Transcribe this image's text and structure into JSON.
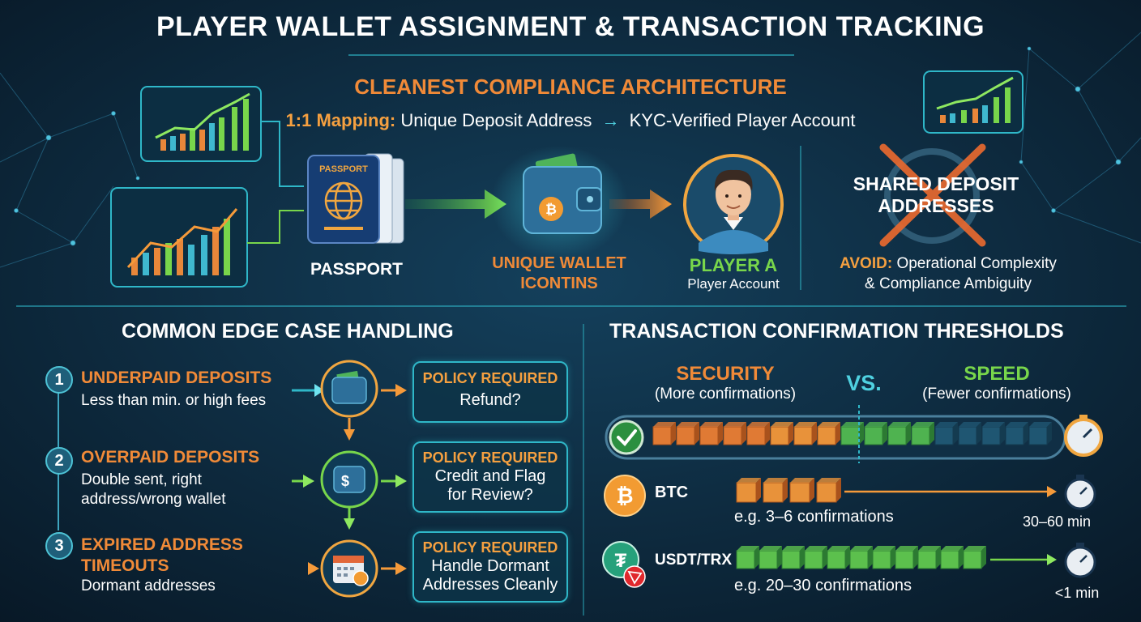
{
  "header": {
    "title": "PLAYER WALLET ASSIGNMENT & TRANSACTION TRACKING",
    "subtitle": "CLEANEST COMPLIANCE ARCHITECTURE",
    "mapping_prefix": "1:1 Mapping:",
    "mapping_from": "Unique Deposit Address",
    "mapping_arrow": "→",
    "mapping_to": "KYC-Verified Player Account"
  },
  "flow": {
    "passport_card_text": "PASSPORT",
    "passport_label": "PASSPORT",
    "wallet_label_line1": "UNIQUE WALLET",
    "wallet_label_line2": "ICONTINS",
    "player_label": "PLAYER A",
    "player_sublabel": "Player Account"
  },
  "avoid": {
    "shared_line1": "SHARED DEPOSIT",
    "shared_line2": "ADDRESSES",
    "avoid_prefix": "AVOID:",
    "avoid_text1": "Operational Complexity",
    "avoid_text2": "& Compliance Ambiguity"
  },
  "edge_cases": {
    "section_title": "COMMON EDGE CASE HANDLING",
    "items": [
      {
        "num": "1",
        "title_line1": "UNDERPAID DEPOSITS",
        "title_line2": "",
        "desc_line1": "Less than min. or high fees",
        "desc_line2": "",
        "policy_title": "POLICY REQUIRED",
        "policy_line1": "Refund?",
        "policy_line2": ""
      },
      {
        "num": "2",
        "title_line1": "OVERPAID DEPOSITS",
        "title_line2": "",
        "desc_line1": "Double sent, right",
        "desc_line2": "address/wrong wallet",
        "policy_title": "POLICY REQUIRED",
        "policy_line1": "Credit and Flag",
        "policy_line2": "for Review?"
      },
      {
        "num": "3",
        "title_line1": "EXPIRED ADDRESS",
        "title_line2": "TIMEOUTS",
        "desc_line1": "Dormant addresses",
        "desc_line2": "",
        "policy_title": "POLICY REQUIRED",
        "policy_line1": "Handle Dormant",
        "policy_line2": "Addresses Cleanly"
      }
    ]
  },
  "confirmations": {
    "section_title": "TRANSACTION CONFIRMATION THRESHOLDS",
    "security_label": "SECURITY",
    "security_sub": "(More confirmations)",
    "vs_label": "VS.",
    "speed_label": "SPEED",
    "speed_sub": "(Fewer confirmations)",
    "btc_label": "BTC",
    "btc_example": "e.g. 3–6 confirmations",
    "btc_time": "30–60 min",
    "usdt_label": "USDT/TRX",
    "usdt_example": "e.g. 20–30 confirmations",
    "usdt_time": "<1 min"
  },
  "colors": {
    "background": "#0b2236",
    "accent_cyan": "#2fb7c8",
    "orange": "#f08a38",
    "green": "#78d64b",
    "red_cross": "#e8692f"
  },
  "icons": [
    "passport-icon",
    "globe-icon",
    "wallet-icon",
    "bitcoin-icon",
    "player-avatar-icon",
    "cross-icon",
    "check-icon",
    "stopwatch-icon",
    "calendar-icon",
    "dollar-icon",
    "tether-icon",
    "tron-icon",
    "bar-chart-icon"
  ]
}
